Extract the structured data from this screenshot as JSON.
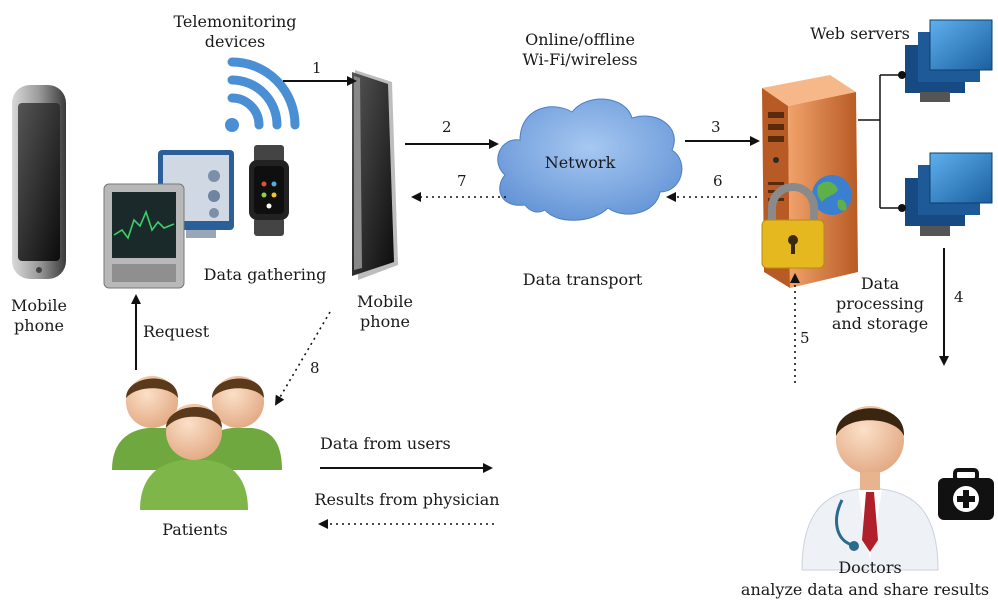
{
  "labels": {
    "telemonitoring_line1": "Telemonitoring",
    "telemonitoring_line2": "devices",
    "online_line1": "Online/offline",
    "online_line2": "Wi-Fi/wireless",
    "web_servers": "Web servers",
    "network": "Network",
    "data_transport": "Data transport",
    "data_gathering": "Data gathering",
    "mobile_phone_left_line1": "Mobile",
    "mobile_phone_left_line2": "phone",
    "mobile_phone_mid_line1": "Mobile",
    "mobile_phone_mid_line2": "phone",
    "request": "Request",
    "data_processing_line1": "Data",
    "data_processing_line2": "processing",
    "data_processing_line3": "and storage",
    "patients": "Patients",
    "data_from_users": "Data from users",
    "results_from_physician": "Results from physician",
    "doctors": "Doctors",
    "doctors_sub": "analyze data and share results"
  },
  "steps": [
    "1",
    "2",
    "3",
    "4",
    "5",
    "6",
    "7",
    "8"
  ],
  "colors": {
    "cloud": "#6f9fdc",
    "wifi": "#4a8fd4",
    "server": "#d9763a",
    "lock": "#e6b820",
    "patient_shirt": "#7fb64a",
    "monitor": "#2f7fc4",
    "arrow": "#111111"
  }
}
